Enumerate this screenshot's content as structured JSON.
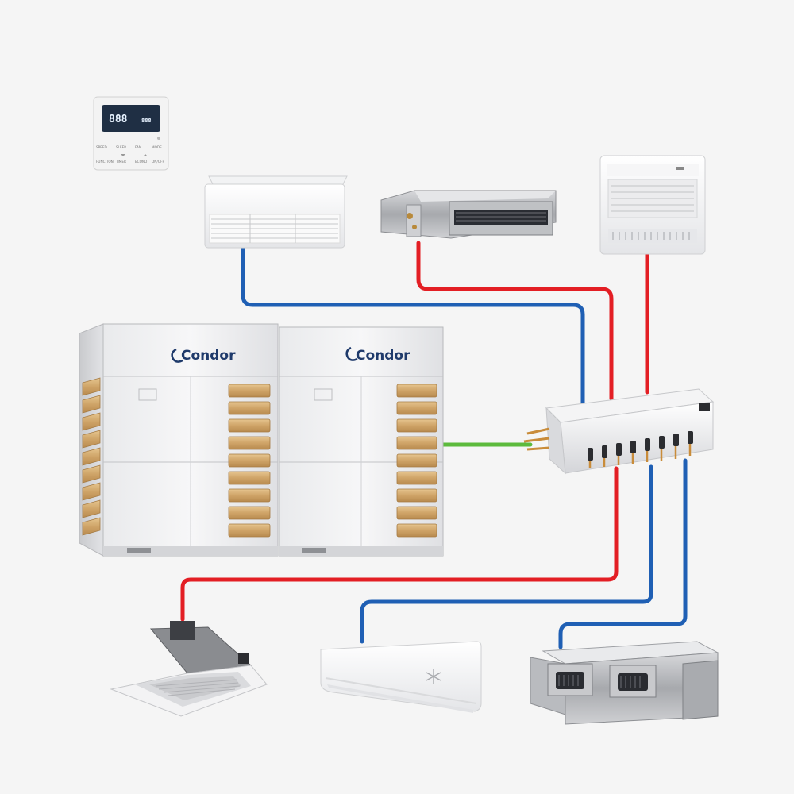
{
  "brand": {
    "logo_text": "Condor"
  },
  "controller": {
    "display": "888",
    "display_small": "888",
    "buttons": [
      "SPEED",
      "SLEEP",
      "FAN",
      "MODE",
      "FUNCTION",
      "TIMER",
      "ECONO",
      "ON/OFF"
    ]
  },
  "pipe_colors": {
    "supply": "#e31e24",
    "return": "#1f5fb4",
    "trunk": "#5cba3c"
  },
  "components": [
    "wired-controller",
    "ceiling-floor-unit",
    "duct-unit-slim",
    "floor-console-unit",
    "outdoor-vrf-unit-left",
    "outdoor-vrf-unit-right",
    "refrigerant-distributor",
    "cassette-unit",
    "wall-split-unit",
    "duct-unit-large"
  ]
}
